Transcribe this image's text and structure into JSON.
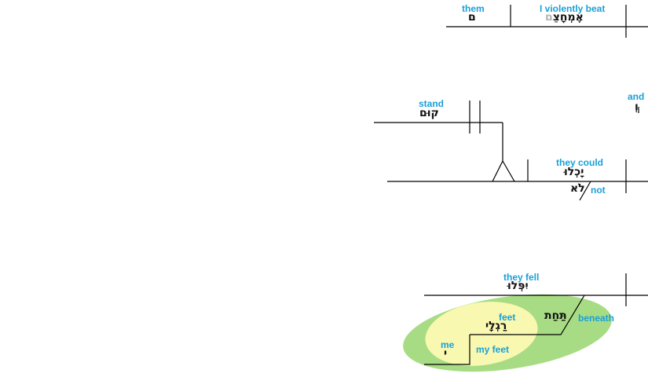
{
  "colors": {
    "gloss": "#1aa0d8",
    "hebrew": "#111111",
    "faded": "#b5b5b5",
    "line": "#000000",
    "outer_ellipse": "#a8dc84",
    "inner_ellipse": "#f8f8b0"
  },
  "clauses": {
    "beat": {
      "object_gloss": "them",
      "object_hebrew": "ם",
      "verb_gloss": "I violently beat",
      "verb_hebrew_main": "אֶמְחָצֵ",
      "verb_hebrew_faded": "ם"
    },
    "conjunction": {
      "gloss": "and",
      "hebrew": "וְ"
    },
    "could": {
      "infinitive_gloss": "stand",
      "infinitive_hebrew": "קוּם",
      "verb_gloss": "they could",
      "verb_hebrew": "יָכְלוּ",
      "negation_gloss": "not",
      "negation_hebrew": "לֹא"
    },
    "fell": {
      "verb_gloss": "they fell",
      "verb_hebrew": "יִפְּלוּ",
      "prep_gloss": "beneath",
      "prep_hebrew": "תַּחַת",
      "object_gloss": "feet",
      "object_hebrew": "רַגְלָי",
      "object_phrase_gloss": "my feet",
      "possessor_gloss": "me",
      "possessor_hebrew": "י"
    }
  }
}
